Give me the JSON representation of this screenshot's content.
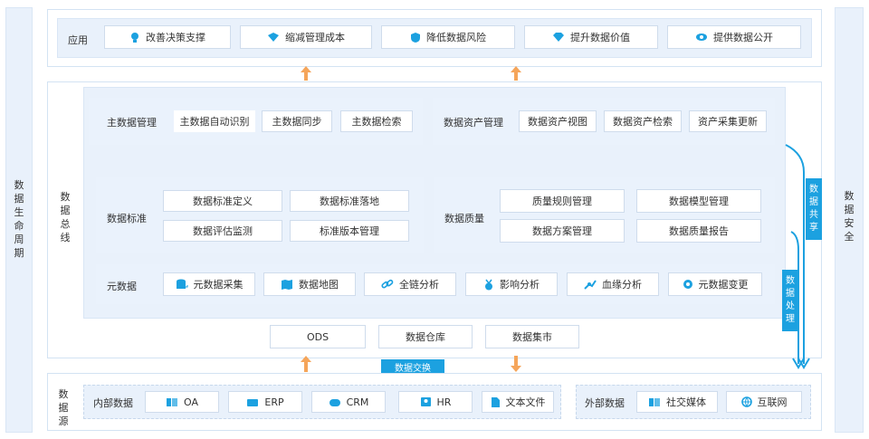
{
  "side_left": "数据生命周期",
  "side_right": "数据安全",
  "app": {
    "label": "应用",
    "items": [
      "改善决策支撑",
      "缩减管理成本",
      "降低数据风险",
      "提升数据价值",
      "提供数据公开"
    ]
  },
  "bus": {
    "label": "数据总线"
  },
  "master": {
    "label": "主数据管理",
    "items": [
      "主数据自动识别",
      "主数据同步",
      "主数据检索"
    ]
  },
  "asset": {
    "label": "数据资产管理",
    "items": [
      "数据资产视图",
      "数据资产检索",
      "资产采集更新"
    ]
  },
  "standard": {
    "label": "数据标准",
    "items": [
      "数据标准定义",
      "数据标准落地",
      "数据评估监测",
      "标准版本管理"
    ]
  },
  "quality": {
    "label": "数据质量",
    "items": [
      "质量规则管理",
      "数据模型管理",
      "数据方案管理",
      "数据质量报告"
    ]
  },
  "meta": {
    "label": "元数据",
    "items": [
      "元数据采集",
      "数据地图",
      "全链分析",
      "影响分析",
      "血缘分析",
      "元数据变更"
    ]
  },
  "store": {
    "items": [
      "ODS",
      "数据仓库",
      "数据集市"
    ]
  },
  "exchange": "数据交换",
  "share": "数据共享",
  "process": "数据处理",
  "source": {
    "label": "数据源",
    "internal_label": "内部数据",
    "internal": [
      "OA",
      "ERP",
      "CRM",
      "HR",
      "文本文件"
    ],
    "external_label": "外部数据",
    "external": [
      "社交媒体",
      "互联网"
    ]
  },
  "colors": {
    "accent": "#1ca1e0",
    "arrow": "#f5a55a",
    "panel": "#e9f1fb"
  }
}
